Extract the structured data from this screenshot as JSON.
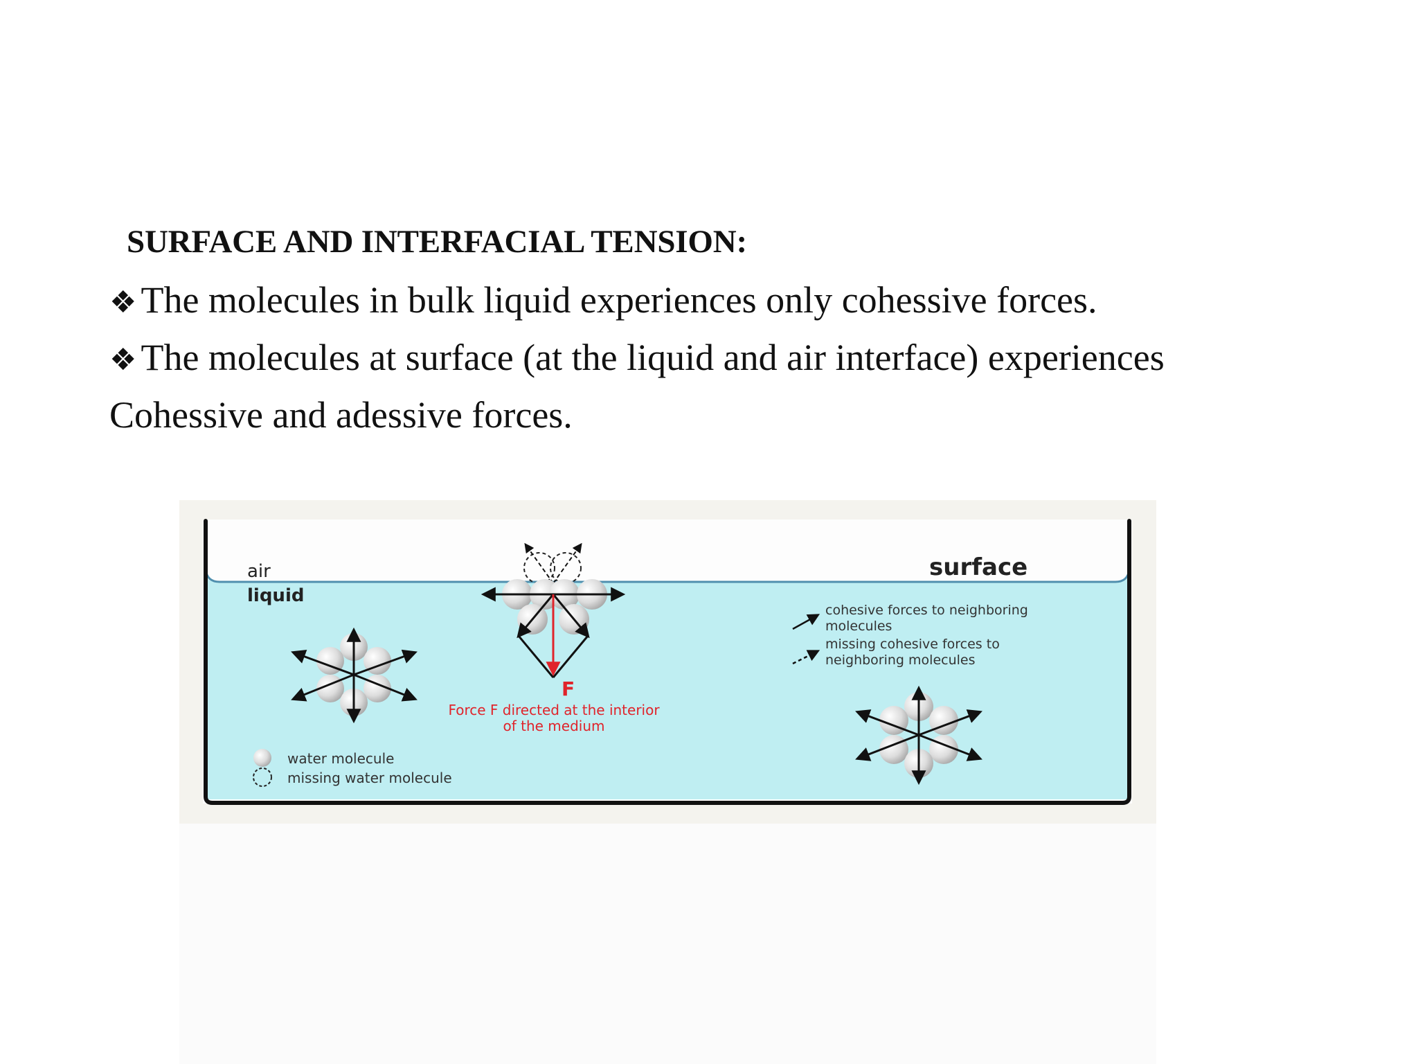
{
  "slide": {
    "title": "SURFACE AND INTERFACIAL TENSION:",
    "bullet_glyph": "❖",
    "bullet1": "The molecules in bulk liquid experiences only cohessive forces.",
    "bullet2": "The molecules at surface (at the liquid and air interface) experiences",
    "continuation": "Cohessive and adessive forces."
  },
  "diagram": {
    "air_label": "air",
    "liquid_label": "liquid",
    "surface_label": "surface",
    "force_label": "F",
    "force_caption_line1": "Force F directed at the interior",
    "force_caption_line2": "of the medium",
    "legend_cohesive_line1": "cohesive forces to neighboring",
    "legend_cohesive_line2": "molecules",
    "legend_missing_line1": "missing cohesive forces to",
    "legend_missing_line2": "neighboring molecules",
    "legend_water": "water molecule",
    "legend_missing_water": "missing water molecule",
    "colors": {
      "liquid": "#bfeef2",
      "force": "#e0242b",
      "outline": "#111111",
      "molecule": "#d9d9d9"
    }
  }
}
